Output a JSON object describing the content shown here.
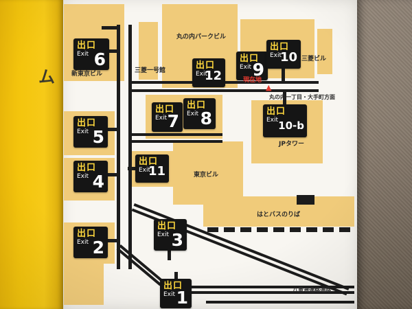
{
  "photo": {
    "wall_fragment": "ム"
  },
  "map": {
    "exits": {
      "e1": {
        "jp": "出口",
        "en": "Exit",
        "num": "1"
      },
      "e2": {
        "jp": "出口",
        "en": "Exit",
        "num": "2"
      },
      "e3": {
        "jp": "出口",
        "en": "Exit",
        "num": "3"
      },
      "e4": {
        "jp": "出口",
        "en": "Exit",
        "num": "4"
      },
      "e5": {
        "jp": "出口",
        "en": "Exit",
        "num": "5"
      },
      "e6": {
        "jp": "出口",
        "en": "Exit",
        "num": "6"
      },
      "e7": {
        "jp": "出口",
        "en": "Exit",
        "num": "7"
      },
      "e8": {
        "jp": "出口",
        "en": "Exit",
        "num": "8"
      },
      "e9": {
        "jp": "出口",
        "en": "Exit",
        "num": "9"
      },
      "e10": {
        "jp": "出口",
        "en": "Exit",
        "num": "10"
      },
      "e10b": {
        "jp": "出口",
        "en": "Exit",
        "num": "10-b"
      },
      "e11": {
        "jp": "出口",
        "en": "Exit",
        "num": "11"
      },
      "e12": {
        "jp": "出口",
        "en": "Exit",
        "num": "12"
      }
    },
    "labels": {
      "marunouchi_park_bldg": "丸の内パークビル",
      "mitsubishi_bldg": "三菱ビル",
      "shin_tokyo_bldg": "新東京ビル",
      "mitsubishi_ichigokan": "三菱一号館",
      "jp_tower": "JPタワー",
      "tokyo_bldg": "東京ビル",
      "hato_bus_stop": "はとバスのりば",
      "yaesu_passage": "八重洲連絡通路",
      "you_are_here": "現在地",
      "you_are_here_marker": "▲",
      "direction": "丸の内一丁目・大手町方面"
    },
    "colors": {
      "building_yellow": "#f0cb7a",
      "wall_yellow": "#f4c50d",
      "wall_brown": "#8e8173",
      "exit_sign_black": "#151515",
      "exit_jp_yellow": "#ffd83d",
      "line_black": "#1c1c1c",
      "red": "#e8392f"
    }
  }
}
